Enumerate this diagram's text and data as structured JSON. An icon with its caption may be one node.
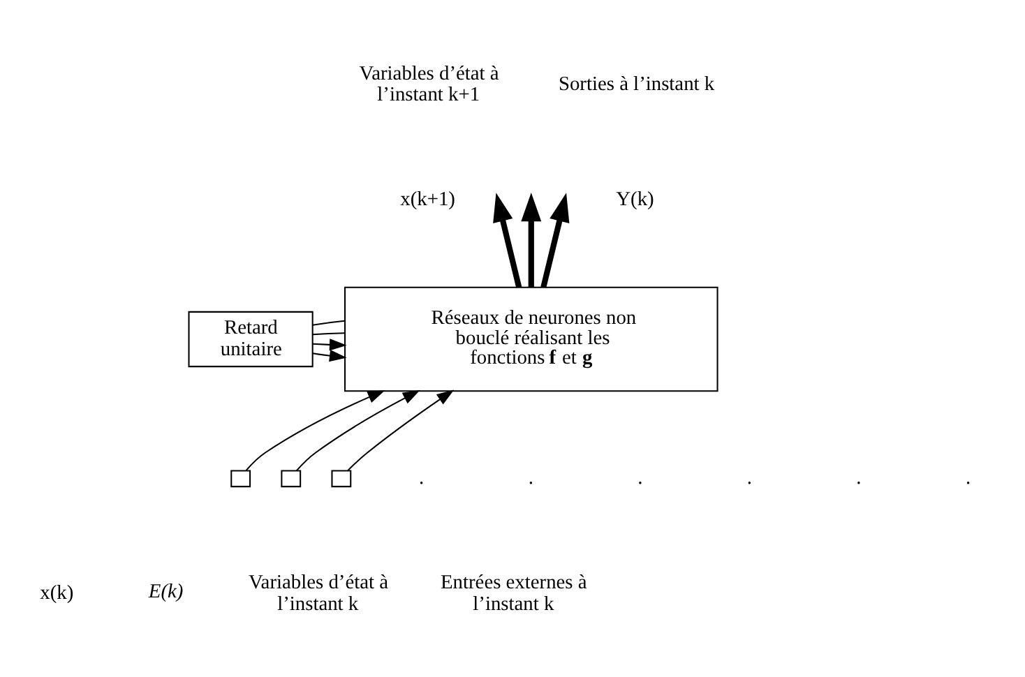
{
  "diagram": {
    "nodes": [
      {
        "text": [
          "Retard unitaire"
        ]
      },
      {
        "text": [
          "Réseaux de neurones non bouclé réalisant les fonctions **f** et **g**"
        ]
      },
      {
        "text": [],
        "shape": "box"
      },
      {
        "text": [],
        "shape": "box"
      },
      {
        "text": [],
        "shape": "box"
      }
    ],
    "edges": [
      {
        "from": 1,
        "to": 0,
        "arrow": "none"
      },
      {
        "from": 1,
        "to": 0,
        "arrow": "none"
      },
      {
        "from": 0,
        "to": 1,
        "arrow": "to"
      },
      {
        "from": 0,
        "to": 1,
        "arrow": "to"
      },
      {
        "from": 1,
        "to": null,
        "arrow": "to",
        "style": "thick"
      },
      {
        "from": 1,
        "to": null,
        "arrow": "to",
        "style": "thick"
      },
      {
        "from": 1,
        "to": null,
        "arrow": "to",
        "style": "thick"
      },
      {
        "from": 2,
        "to": 1,
        "arrow": "to"
      },
      {
        "from": 3,
        "to": 1,
        "arrow": "to"
      },
      {
        "from": 4,
        "to": 1,
        "arrow": "to"
      }
    ],
    "labels": [
      "Variables d’état à l’instant k+1",
      "Sorties à l’instant k",
      "x(k+1)",
      "Y(k)",
      ".",
      ".",
      ".",
      ".",
      ".",
      ".",
      "x(k)",
      "E(k)",
      "Variables d’état à l’instant k",
      "Entrées externes à l’instant k"
    ]
  }
}
